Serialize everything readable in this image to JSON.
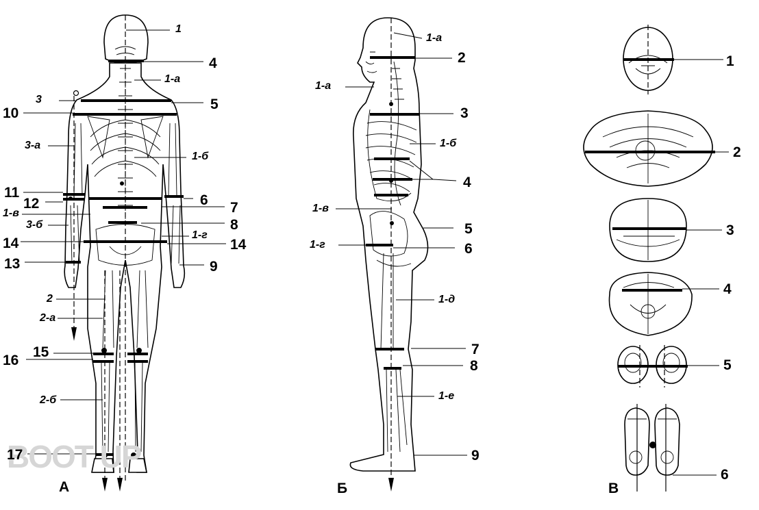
{
  "panels": {
    "a": "А",
    "b": "Б",
    "c": "В"
  },
  "watermark": "BOOT UP",
  "panel_a_labels": {
    "l1": "1",
    "l4": "4",
    "l1a": "1-а",
    "l3": "3",
    "l5": "5",
    "l10": "10",
    "l3a": "3-а",
    "l1b": "1-б",
    "l11": "11",
    "l6": "6",
    "l12": "12",
    "l7": "7",
    "l1v": "1-в",
    "l8": "8",
    "l3b": "3-б",
    "l1g": "1-г",
    "l14L": "14",
    "l14R": "14",
    "l13": "13",
    "l9": "9",
    "l2": "2",
    "l2a": "2-а",
    "l15": "15",
    "l16": "16",
    "l2b": "2-б",
    "l17": "17"
  },
  "panel_b_labels": {
    "l1a_top": "1-а",
    "l2": "2",
    "l1a": "1-а",
    "l3": "3",
    "l1b": "1-б",
    "l4": "4",
    "l1v": "1-в",
    "l5": "5",
    "l1g": "1-г",
    "l6": "6",
    "l1d": "1-д",
    "l7": "7",
    "l8": "8",
    "l1e": "1-е",
    "l9": "9"
  },
  "panel_c_labels": {
    "l1": "1",
    "l2": "2",
    "l3": "3",
    "l4": "4",
    "l5": "5",
    "l6": "6"
  }
}
